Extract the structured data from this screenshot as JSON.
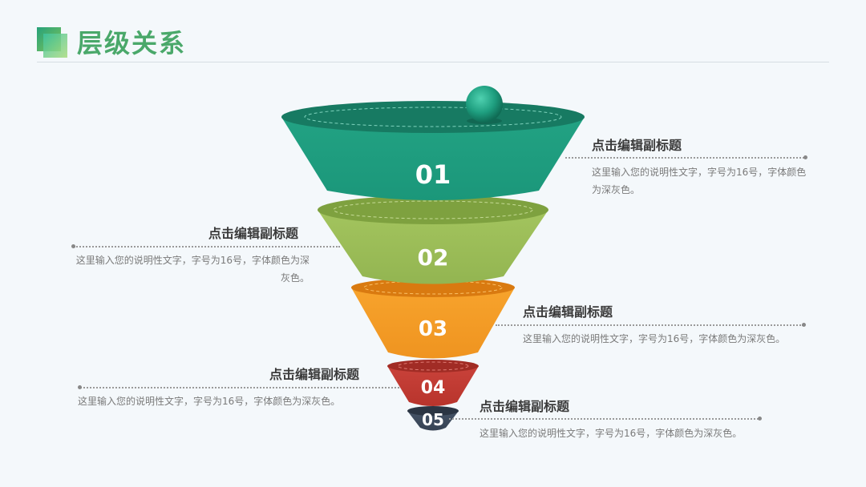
{
  "page": {
    "title": "层级关系"
  },
  "colors": {
    "title": "#4aa86a",
    "level1": "#1e9e7f",
    "level2": "#9cbd58",
    "level3": "#f39a24",
    "level4": "#c33b32",
    "level5": "#3d4a5c"
  },
  "levels": [
    {
      "number": "01",
      "subtitle": "点击编辑副标题",
      "description": "这里输入您的说明性文字，字号为16号，字体颜色为深灰色。"
    },
    {
      "number": "02",
      "subtitle": "点击编辑副标题",
      "description": "这里输入您的说明性文字，字号为16号，字体颜色为深灰色。"
    },
    {
      "number": "03",
      "subtitle": "点击编辑副标题",
      "description": "这里输入您的说明性文字，字号为16号，字体颜色为深灰色。"
    },
    {
      "number": "04",
      "subtitle": "点击编辑副标题",
      "description": "这里输入您的说明性文字，字号为16号，字体颜色为深灰色。"
    },
    {
      "number": "05",
      "subtitle": "点击编辑副标题",
      "description": "这里输入您的说明性文字，字号为16号，字体颜色为深灰色。"
    }
  ]
}
